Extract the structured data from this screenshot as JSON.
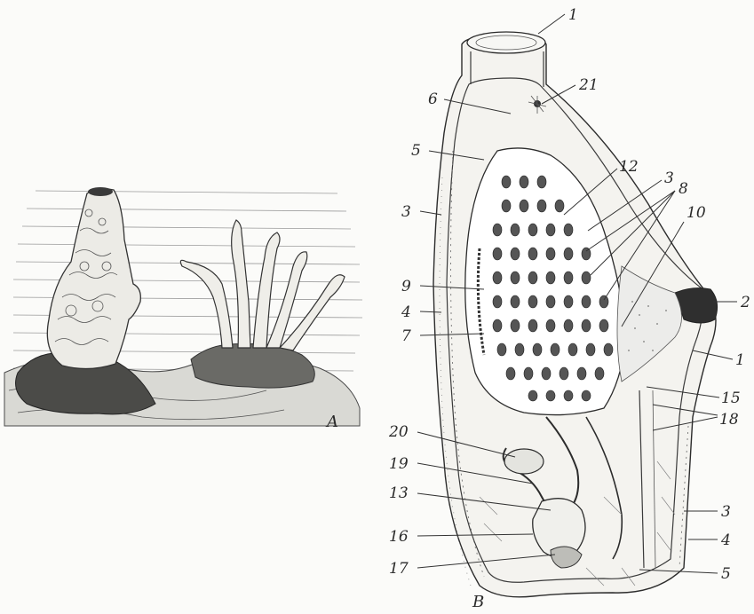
{
  "panels": {
    "left_label": "A",
    "right_label": "B"
  },
  "callouts": {
    "c1_top": "1",
    "c21": "21",
    "c6": "6",
    "c5_top": "5",
    "c12": "12",
    "c3_right_top": "3",
    "c8": "8",
    "c3_left": "3",
    "c10": "10",
    "c9": "9",
    "c4_left": "4",
    "c2": "2",
    "c7": "7",
    "c1_right": "1",
    "c15": "15",
    "c18": "18",
    "c20": "20",
    "c19": "19",
    "c13": "13",
    "c3_bottom": "3",
    "c16": "16",
    "c4_bottom": "4",
    "c17": "17",
    "c5_bottom": "5"
  }
}
